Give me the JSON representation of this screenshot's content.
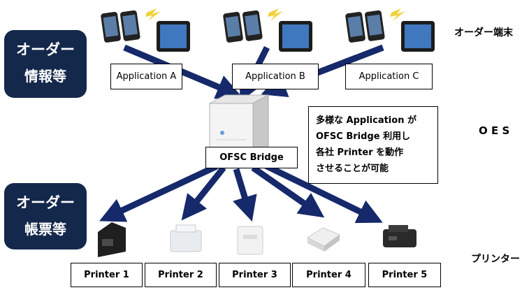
{
  "layers": {
    "top": "オーダー端末",
    "middle": "O E S",
    "bottom": "プリンター"
  },
  "badges": [
    {
      "line1": "オーダー",
      "line2": "情報等"
    },
    {
      "line1": "オーダー",
      "line2": "帳票等"
    }
  ],
  "applications": [
    "Application A",
    "Application B",
    "Application C"
  ],
  "bridge": "OFSC Bridge",
  "note": [
    "多様な Application が",
    "OFSC Bridge 利用し",
    "各社 Printer を動作",
    "させることが可能"
  ],
  "printers": [
    "Printer 1",
    "Printer 2",
    "Printer 3",
    "Printer 4",
    "Printer 5"
  ],
  "colors": {
    "arrow": "#15296b",
    "badge": "#14284c",
    "lightning": "#f2d23a"
  }
}
